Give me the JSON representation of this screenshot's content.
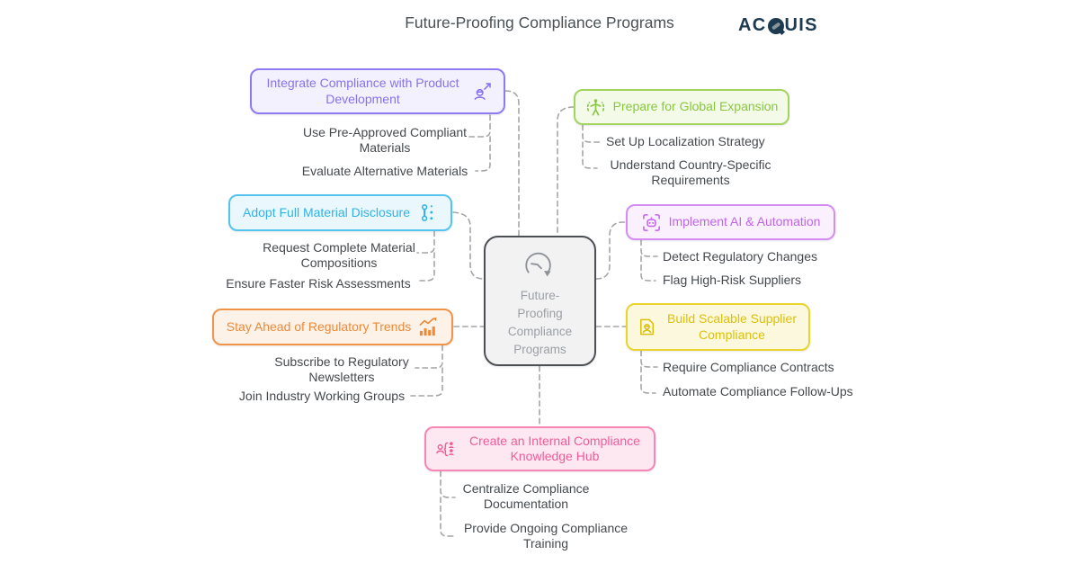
{
  "header": {
    "title": "Future-Proofing Compliance Programs",
    "brand": {
      "text": "ACQUIS",
      "prefix": "AC",
      "suffix": "UIS",
      "color": "#1d3a50"
    }
  },
  "center": {
    "label": "Future-\nProofing\nCompliance\nPrograms",
    "icon": "forward-arc-arrow-icon",
    "border": "#4c4f54",
    "background": "#f2f2f3",
    "text_color": "#9b9fa5"
  },
  "branches": [
    {
      "name": "integrate-product-development",
      "label": "Integrate Compliance with Product Development",
      "icon": "person-rocket-icon",
      "color": "#8672f0",
      "border": "#8d7bf3",
      "background": "#f4f1fe",
      "children": [
        "Use Pre-Approved Compliant Materials",
        "Evaluate Alternative Materials"
      ]
    },
    {
      "name": "full-material-disclosure",
      "label": "Adopt Full Material Disclosure",
      "icon": "node-link-icon",
      "color": "#30b2e8",
      "border": "#55c3f0",
      "background": "#eaf8fe",
      "children": [
        "Request Complete Material Compositions",
        "Ensure Faster Risk Assessments"
      ]
    },
    {
      "name": "regulatory-trends",
      "label": "Stay Ahead of Regulatory Trends",
      "icon": "trend-chart-icon",
      "color": "#ee8937",
      "border": "#f0944a",
      "background": "#fdf2e8",
      "children": [
        "Subscribe to Regulatory Newsletters",
        "Join Industry Working Groups"
      ]
    },
    {
      "name": "global-expansion",
      "label": "Prepare for Global Expansion",
      "icon": "expansion-person-icon",
      "color": "#88c83e",
      "border": "#a3d45f",
      "background": "#f3fae8",
      "children": [
        "Set Up Localization Strategy",
        "Understand Country-Specific Requirements"
      ]
    },
    {
      "name": "ai-automation",
      "label": "Implement AI & Automation",
      "icon": "robot-scan-icon",
      "color": "#c263ea",
      "border": "#d48df2",
      "background": "#faf0fe",
      "children": [
        "Detect Regulatory Changes",
        "Flag High-Risk Suppliers"
      ]
    },
    {
      "name": "scalable-supplier-compliance",
      "label": "Build Scalable Supplier Compliance",
      "icon": "supplier-badge-icon",
      "color": "#dcc00c",
      "border": "#e9d52e",
      "background": "#fcf8dd",
      "children": [
        "Require Compliance Contracts",
        "Automate Compliance Follow-Ups"
      ]
    },
    {
      "name": "knowledge-hub",
      "label": "Create an Internal Compliance Knowledge Hub",
      "icon": "people-hub-icon",
      "color": "#f05c98",
      "border": "#f687b5",
      "background": "#fde7f1",
      "children": [
        "Centralize Compliance Documentation",
        "Provide Ongoing Compliance Training"
      ]
    }
  ],
  "colors": {
    "connector": "#a6a6a6",
    "sub_text": "#45494d",
    "title_text": "#4a5157"
  }
}
